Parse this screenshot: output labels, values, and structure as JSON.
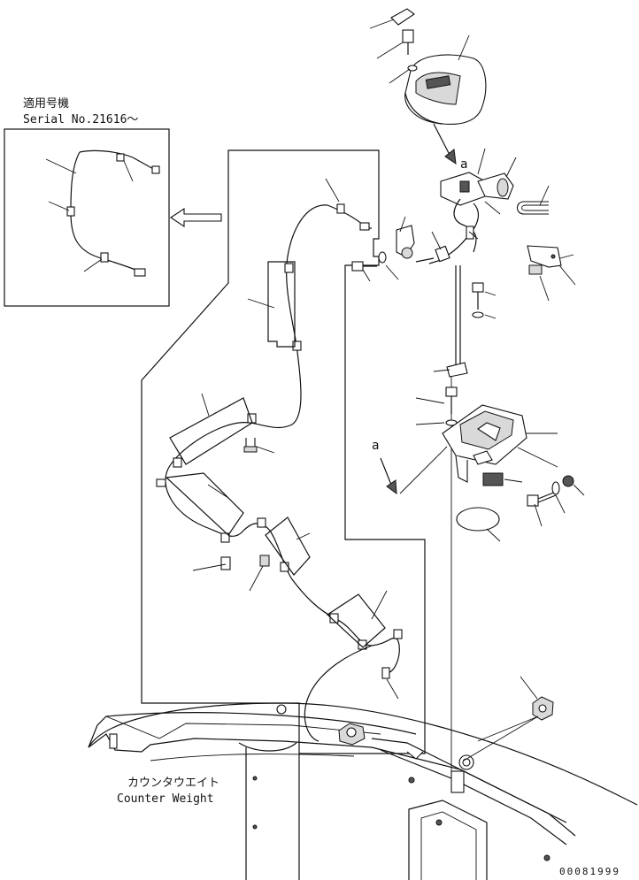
{
  "inset": {
    "applicability_label": "適用号機",
    "serial_label": "Serial No.21616～"
  },
  "counterweight": {
    "label_jp": "カウンタウエイト",
    "label_en": "Counter Weight"
  },
  "figure_number": "00081999",
  "reference_mark": "a"
}
